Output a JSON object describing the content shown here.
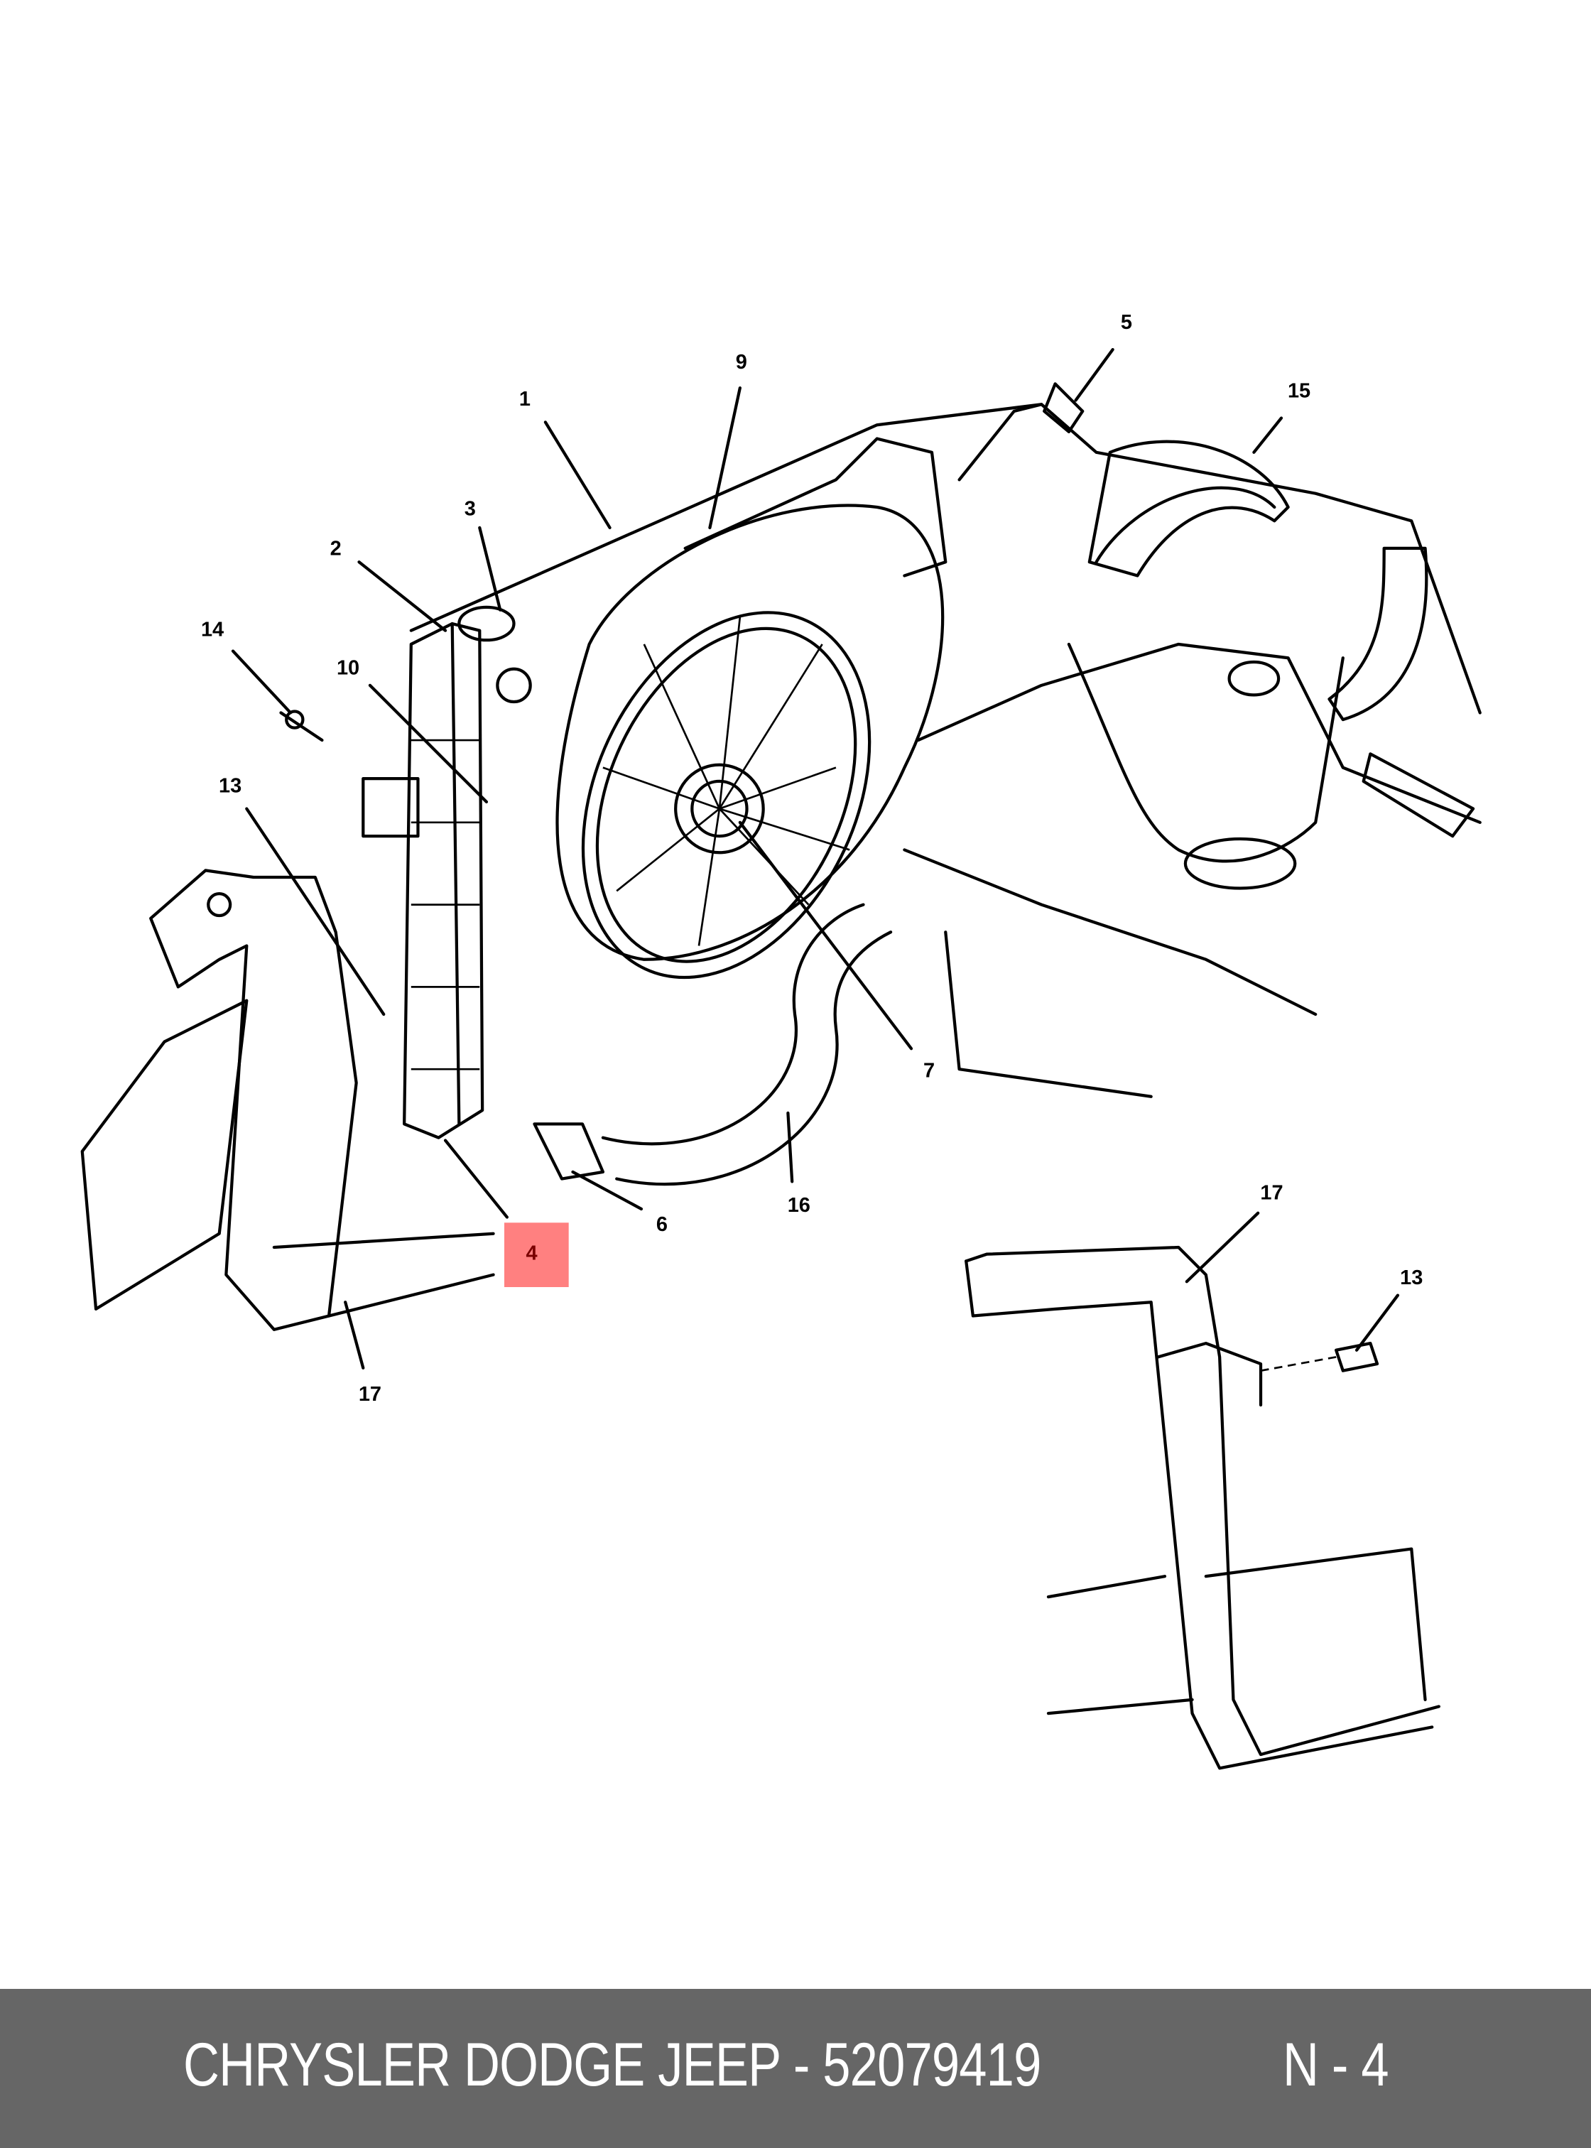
{
  "diagram": {
    "title": "Radiator and cooling fan assembly",
    "highlight_color": "#ff8080",
    "callouts": {
      "c1": "1",
      "c2": "2",
      "c3": "3",
      "c4": "4",
      "c5": "5",
      "c6": "6",
      "c7": "7",
      "c9": "9",
      "c10": "10",
      "c13a": "13",
      "c13b": "13",
      "c14": "14",
      "c15": "15",
      "c16": "16",
      "c17a": "17",
      "c17b": "17"
    },
    "highlighted_callout": "4"
  },
  "footer": {
    "brand": "CHRYSLER DODGE JEEP - 52079419",
    "ref": "N - 4",
    "background": "#666666"
  }
}
